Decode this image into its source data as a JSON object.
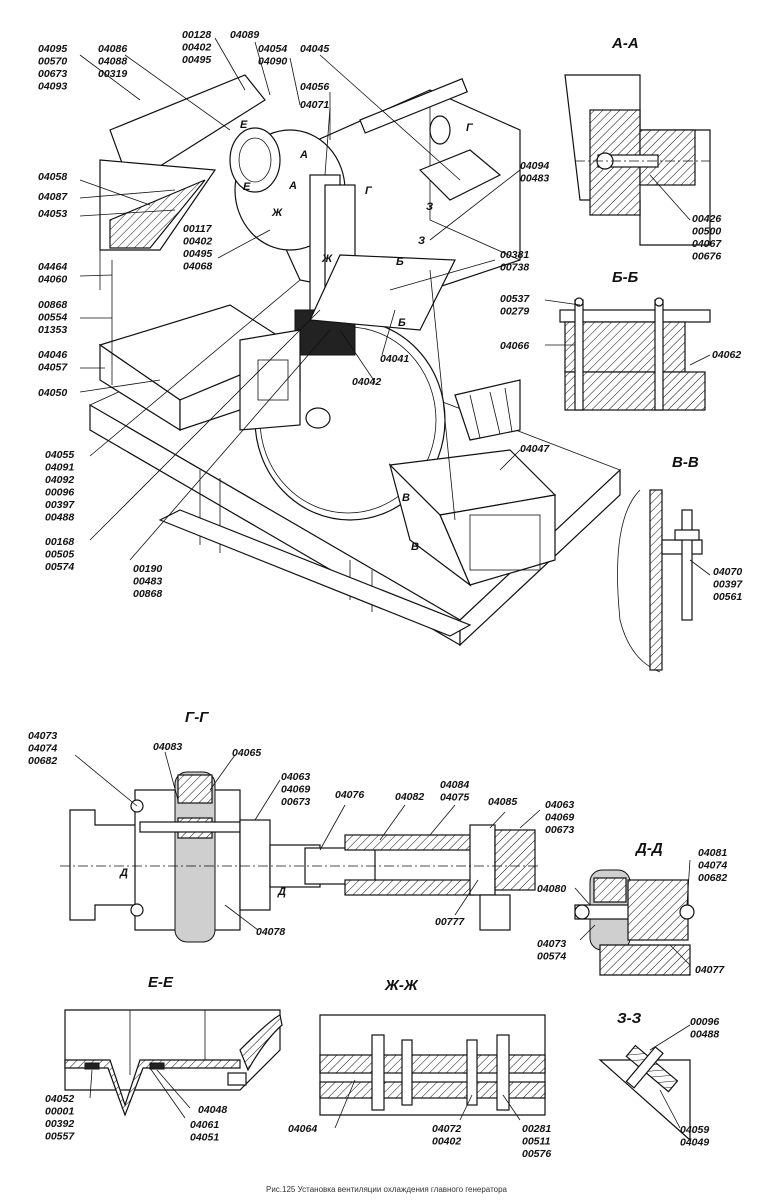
{
  "caption": "Рис.125 Установка вентиляции охлаждения главного генератора",
  "sections": {
    "aa": "А-А",
    "bb": "Б-Б",
    "vv": "В-В",
    "gg": "Г-Г",
    "dd": "Д-Д",
    "ee": "Е-Е",
    "zhzh": "Ж-Ж",
    "zz": "З-З"
  },
  "marks": {
    "e1": "Е",
    "e2": "Е",
    "a1": "А",
    "a2": "А",
    "zh1": "Ж",
    "zh2": "Ж",
    "g1": "Г",
    "g2": "Г",
    "z1": "З",
    "z2": "З",
    "b1": "Б",
    "b2": "Б",
    "v1": "В",
    "v2": "В",
    "d1": "Д",
    "d2": "Д"
  },
  "callouts": {
    "c04095": [
      "04095",
      "00570",
      "00673",
      "04093"
    ],
    "c04086": [
      "04086",
      "04088",
      "00319"
    ],
    "c00128": [
      "00128",
      "00402",
      "00495"
    ],
    "c04089": [
      "04089"
    ],
    "c04054": [
      "04054",
      "04090"
    ],
    "c04045": [
      "04045"
    ],
    "c04056": [
      "04056"
    ],
    "c04071": [
      "04071"
    ],
    "c04058": [
      "04058"
    ],
    "c04087": [
      "04087"
    ],
    "c04053": [
      "04053"
    ],
    "c00117": [
      "00117",
      "00402",
      "00495",
      "04068"
    ],
    "c04094": [
      "04094",
      "00483"
    ],
    "c00381": [
      "00381",
      "00738"
    ],
    "c04464": [
      "04464",
      "04060"
    ],
    "c00868": [
      "00868",
      "00554",
      "01353"
    ],
    "c04046": [
      "04046",
      "04057"
    ],
    "c04050": [
      "04050"
    ],
    "c04041": [
      "04041"
    ],
    "c04042": [
      "04042"
    ],
    "c04055": [
      "04055",
      "04091",
      "04092",
      "00096",
      "00397",
      "00488"
    ],
    "c00168": [
      "00168",
      "00505",
      "00574"
    ],
    "c00190": [
      "00190",
      "00483",
      "00868"
    ],
    "c04047": [
      "04047"
    ],
    "c00426": [
      "00426",
      "00500",
      "04067",
      "00676"
    ],
    "c00537": [
      "00537",
      "00279"
    ],
    "c04066": [
      "04066"
    ],
    "c04062": [
      "04062"
    ],
    "c04070": [
      "04070",
      "00397",
      "00561"
    ],
    "c04073g": [
      "04073",
      "04074",
      "00682"
    ],
    "c04083": [
      "04083"
    ],
    "c04065": [
      "04065"
    ],
    "c04063a": [
      "04063",
      "04069",
      "00673"
    ],
    "c04076": [
      "04076"
    ],
    "c04082": [
      "04082"
    ],
    "c04084": [
      "04084",
      "04075"
    ],
    "c04085": [
      "04085"
    ],
    "c04063b": [
      "04063",
      "04069",
      "00673"
    ],
    "c04078": [
      "04078"
    ],
    "c00777": [
      "00777"
    ],
    "c04081": [
      "04081",
      "04074",
      "00682"
    ],
    "c04080": [
      "04080"
    ],
    "c04073d": [
      "04073",
      "00574"
    ],
    "c04077": [
      "04077"
    ],
    "c04052": [
      "04052",
      "00001",
      "00392",
      "00557"
    ],
    "c04048": [
      "04048"
    ],
    "c04061": [
      "04061",
      "04051"
    ],
    "c04064": [
      "04064"
    ],
    "c04072": [
      "04072",
      "00402"
    ],
    "c00281": [
      "00281",
      "00511",
      "00576"
    ],
    "c00096z": [
      "00096",
      "00488"
    ],
    "c04059": [
      "04059",
      "04049"
    ]
  }
}
